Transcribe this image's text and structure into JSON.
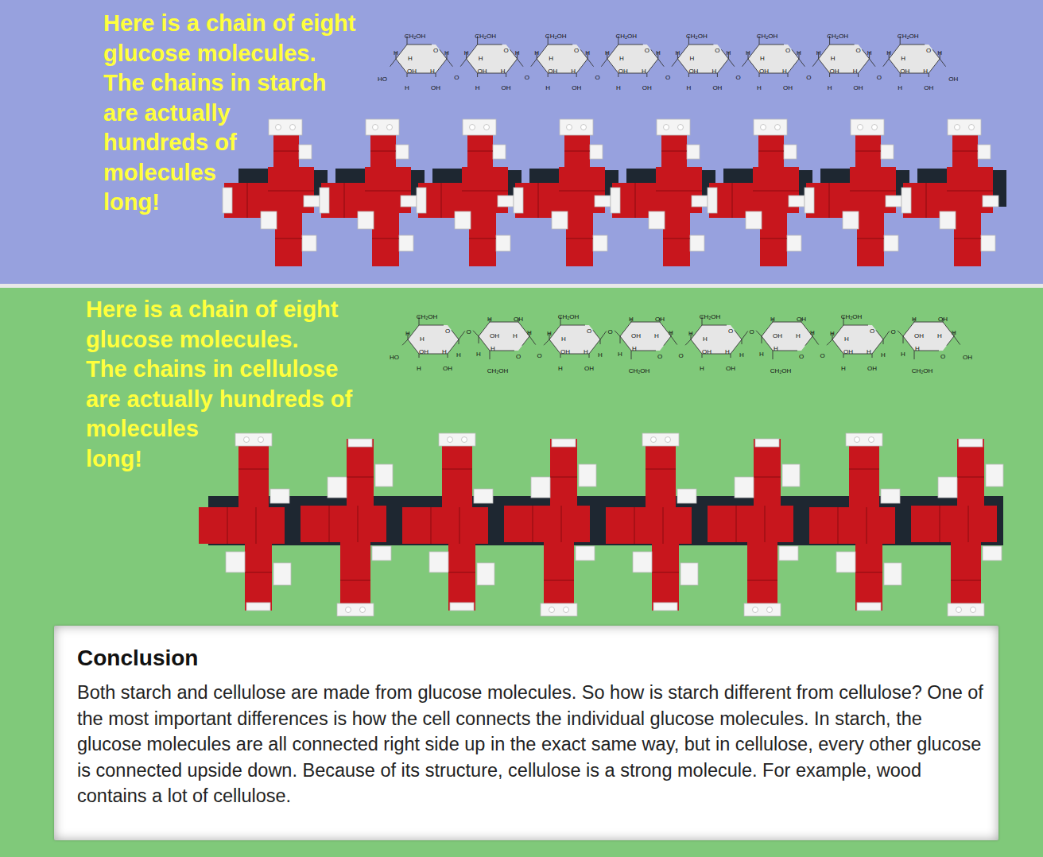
{
  "diagram": {
    "nodes": [
      {
        "text": [
          "Here is a chain of eight glucose molecules. The chains in starch are actually hundreds of molecules long!"
        ]
      },
      {
        "text": [
          "Here is a chain of eight glucose molecules. The chains in cellulose are actually hundreds of molecules long!"
        ]
      },
      {
        "text": [
          "Conclusion",
          "Both starch and cellulose are made from glucose molecules. So how is starch different from cellulose? One of the most important differences is how the cell connects the individual glucose molecules. In starch, the glucose molecules are all connected right side up in the exact same way, but in cellulose, every other glucose is connected upside down. Because of its structure, cellulose is a strong molecule. For example, wood contains a lot of cellulose."
        ],
        "in": 1
      }
    ],
    "labels": [
      "HO",
      "CH₂OH",
      "H",
      "O",
      "H",
      "H",
      "OH",
      "H",
      "H",
      "OH",
      "O",
      "CH₂OH",
      "H",
      "O",
      "H",
      "H",
      "OH",
      "H",
      "H",
      "OH",
      "O",
      "CH₂OH",
      "H",
      "O",
      "H",
      "H",
      "OH",
      "H",
      "H",
      "OH",
      "O",
      "CH₂OH",
      "H",
      "O",
      "H",
      "H",
      "OH",
      "H",
      "H",
      "OH",
      "O",
      "CH₂OH",
      "H",
      "O",
      "H",
      "H",
      "OH",
      "H",
      "H",
      "OH",
      "O",
      "CH₂OH",
      "H",
      "O",
      "H",
      "H",
      "OH",
      "H",
      "H",
      "OH",
      "O",
      "CH₂OH",
      "H",
      "O",
      "H",
      "H",
      "OH",
      "H",
      "H",
      "OH",
      "O",
      "CH₂OH",
      "H",
      "O",
      "H",
      "H",
      "OH",
      "H",
      "H",
      "OH",
      "OH",
      "HO",
      "CH₂OH",
      "H",
      "O",
      "H",
      "H",
      "OH",
      "H",
      "H",
      "OH",
      "O",
      "CH₂OH",
      "H",
      "O",
      "H",
      "H",
      "OH",
      "H",
      "H",
      "OH",
      "O",
      "CH₂OH",
      "H",
      "O",
      "H",
      "H",
      "OH",
      "H",
      "H",
      "OH",
      "O",
      "CH₂OH",
      "H",
      "O",
      "H",
      "H",
      "OH",
      "H",
      "H",
      "OH",
      "O",
      "CH₂OH",
      "H",
      "O",
      "H",
      "H",
      "OH",
      "H",
      "H",
      "OH",
      "O",
      "CH₂OH",
      "H",
      "O",
      "H",
      "H",
      "OH",
      "H",
      "H",
      "OH",
      "O",
      "CH₂OH",
      "H",
      "O",
      "H",
      "H",
      "OH",
      "H",
      "H",
      "OH",
      "O",
      "CH₂OH",
      "H",
      "O",
      "H",
      "H",
      "OH",
      "H",
      "H",
      "OH",
      "OH"
    ]
  }
}
